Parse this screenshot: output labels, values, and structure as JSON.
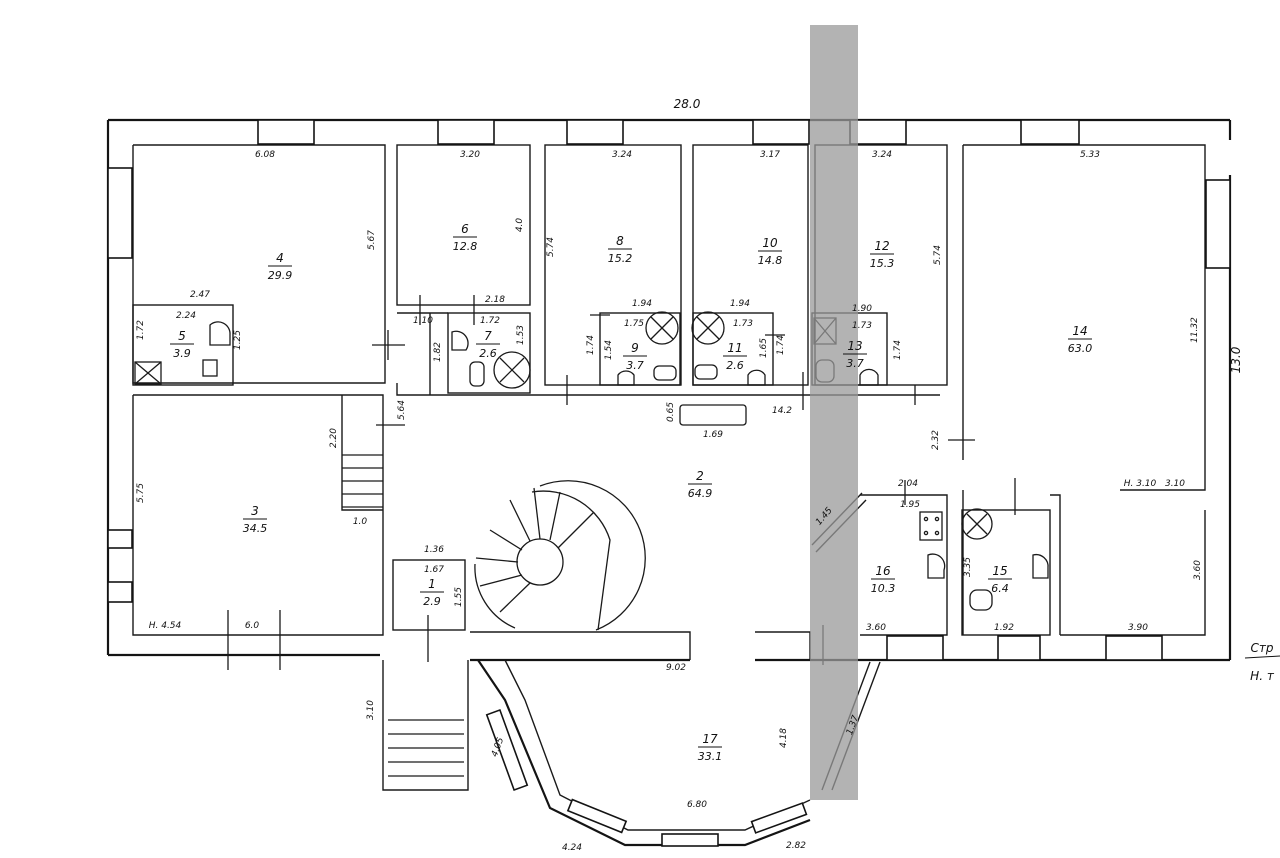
{
  "plan": {
    "overall_width": "28.0",
    "overall_depth": "13.0",
    "stair_note": "Стр",
    "stair_note2": "Н. т",
    "rooms": [
      {
        "id": "room-1",
        "number": "1",
        "area": "2.9"
      },
      {
        "id": "room-2",
        "number": "2",
        "area": "64.9"
      },
      {
        "id": "room-3",
        "number": "3",
        "area": "34.5"
      },
      {
        "id": "room-4",
        "number": "4",
        "area": "29.9"
      },
      {
        "id": "room-5",
        "number": "5",
        "area": "3.9"
      },
      {
        "id": "room-6",
        "number": "6",
        "area": "12.8"
      },
      {
        "id": "room-7",
        "number": "7",
        "area": "2.6"
      },
      {
        "id": "room-8",
        "number": "8",
        "area": "15.2"
      },
      {
        "id": "room-9",
        "number": "9",
        "area": "3.7"
      },
      {
        "id": "room-10",
        "number": "10",
        "area": "14.8"
      },
      {
        "id": "room-11",
        "number": "11",
        "area": "2.6"
      },
      {
        "id": "room-12",
        "number": "12",
        "area": "15.3"
      },
      {
        "id": "room-13",
        "number": "13",
        "area": "3.7"
      },
      {
        "id": "room-14",
        "number": "14",
        "area": "63.0"
      },
      {
        "id": "room-15",
        "number": "15",
        "area": "6.4"
      },
      {
        "id": "room-16",
        "number": "16",
        "area": "10.3"
      },
      {
        "id": "room-17",
        "number": "17",
        "area": "33.1"
      }
    ],
    "dimensions": [
      "6.08",
      "3.20",
      "3.24",
      "3.17",
      "3.24",
      "5.33",
      "5.67",
      "4.0",
      "5.74",
      "5.74",
      "11.32",
      "2.47",
      "2.24",
      "1.72",
      "1.25",
      "1.10",
      "1.72",
      "1.53",
      "2.18",
      "1.82",
      "1.94",
      "1.75",
      "1.54",
      "1.74",
      "1.94",
      "1.73",
      "1.65",
      "1.74",
      "1.90",
      "1.73",
      "1.74",
      "5.64",
      "2.20",
      "1.0",
      "5.75",
      "1.36",
      "1.67",
      "1.55",
      "0.65",
      "1.69",
      "14.2",
      "2.32",
      "2.04",
      "1.95",
      "3.35",
      "3.10",
      "3.60",
      "3.60",
      "1.92",
      "3.90",
      "9.02",
      "4.18",
      "6.80",
      "4.05",
      "3.10",
      "4.24",
      "2.82",
      "1.37",
      "1.45",
      "6.0"
    ],
    "height_marks": [
      "Н. 4.54",
      "Н. 3.10"
    ]
  }
}
